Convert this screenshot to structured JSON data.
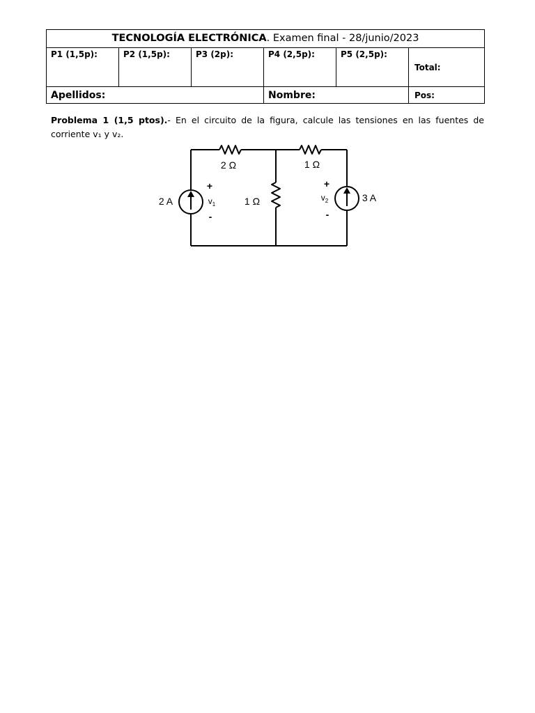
{
  "header": {
    "title_bold": "TECNOLOGÍA ELECTRÓNICA",
    "title_rest": ". Examen final - 28/junio/2023",
    "scores": [
      "P1 (1,5p):",
      "P2 (1,5p):",
      "P3 (2p):",
      "P4 (2,5p):",
      "P5 (2,5p):"
    ],
    "total_label": "Total:",
    "apellidos_label": "Apellidos:",
    "nombre_label": "Nombre:",
    "pos_label": "Pos:"
  },
  "problem1": {
    "label": "Problema 1 (1,5 ptos).",
    "text": "- En el circuito de la figura, calcule las tensiones en las fuentes de corriente v₁ y v₂."
  },
  "circuit": {
    "r_top_left": "2 Ω",
    "r_top_right": "1 Ω",
    "r_middle": "1 Ω",
    "source_left": "2 A",
    "source_right": "3 A",
    "v1_base": "v",
    "v1_sub": "1",
    "v2_base": "v",
    "v2_sub": "2",
    "plus": "+",
    "minus": "-"
  }
}
